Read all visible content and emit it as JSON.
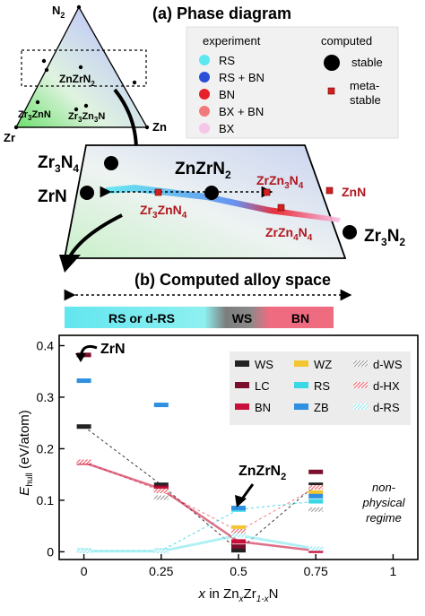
{
  "panel_a": {
    "title": "(a) Phase diagram",
    "triangle_vertex_labels": [
      "N",
      "2",
      "Zr",
      "Zn"
    ],
    "triangle_compound_labels": [
      {
        "text": "ZnZrN",
        "sub": "2"
      },
      {
        "text": "Zr",
        "sub": "3",
        "text2": "ZnN"
      },
      {
        "text": "Zr",
        "sub": "3",
        "text2": "Zn",
        "sub2": "3",
        "text3": "N"
      }
    ],
    "legend": {
      "experiment_header": "experiment",
      "computed_header": "computed",
      "experiment_items": [
        {
          "label": "RS",
          "color": "#5ce8f0"
        },
        {
          "label": "RS + BN",
          "color": "#2a4fd6"
        },
        {
          "label": "BN",
          "color": "#e8202a"
        },
        {
          "label": "BX + BN",
          "color": "#f27a7a"
        },
        {
          "label": "BX",
          "color": "#f5c6e8"
        }
      ],
      "stable_label": "stable",
      "metastable_label_1": "meta-",
      "metastable_label_2": "stable"
    },
    "zoom_labels": {
      "zr3n4": {
        "a": "Zr",
        "s1": "3",
        "b": "N",
        "s2": "4"
      },
      "zrn": "ZrN",
      "znzrn2": {
        "a": "ZnZrN",
        "s1": "2"
      },
      "zrzn3n4": {
        "a": "ZrZn",
        "s1": "3",
        "b": "N",
        "s2": "4"
      },
      "znn": "ZnN",
      "zr3znn4": {
        "a": "Zr",
        "s1": "3",
        "b": "ZnN",
        "s2": "4"
      },
      "zrzn4n4": {
        "a": "ZrZn",
        "s1": "4",
        "b": "N",
        "s2": "4"
      },
      "zr3n2": {
        "a": "Zr",
        "s1": "3",
        "b": "N",
        "s2": "2"
      }
    }
  },
  "panel_b": {
    "title": "(b) Computed alloy space",
    "bar_segments": [
      {
        "label": "RS or d-RS",
        "color": "#63e6ef"
      },
      {
        "label": "WS",
        "color": "#8a8a8a"
      },
      {
        "label": "BN",
        "color": "#ee6b80"
      }
    ],
    "annotations": {
      "zrn": "ZrN",
      "znzrn2": {
        "a": "ZnZrN",
        "sub": "2"
      },
      "nonphysical": [
        "non-",
        "physical",
        "regime"
      ]
    }
  },
  "chart_data": {
    "type": "scatter",
    "xlabel": {
      "x": "x",
      "a": " in Zn",
      "s1": "x",
      "b": "Zr",
      "s2": "1-x",
      "c": "N"
    },
    "ylabel": {
      "a": "E",
      "sub": "hull",
      "b": " (eV/atom)"
    },
    "xlim": [
      -0.08,
      1.08
    ],
    "ylim": [
      -0.015,
      0.42
    ],
    "xticks": [
      0,
      0.25,
      0.5,
      0.75,
      1
    ],
    "xtick_labels": [
      "0",
      "0.25",
      "0.5",
      "0.75",
      "1"
    ],
    "yticks": [
      0,
      0.1,
      0.2,
      0.3,
      0.4
    ],
    "ytick_labels": [
      "0",
      "0.1",
      "0.2",
      "0.3",
      "0.4"
    ],
    "legend_position": "top-right",
    "series": [
      {
        "name": "WS",
        "color": "#222222",
        "style": "solid",
        "x": [
          0,
          0.25,
          0.5,
          0.75
        ],
        "values": [
          0.243,
          0.13,
          0.003,
          0.13
        ]
      },
      {
        "name": "LC",
        "color": "#7a0f2c",
        "style": "solid",
        "x": [
          0,
          0.25,
          0.5,
          0.75
        ],
        "values": [
          0.382,
          0.125,
          0.01,
          0.155
        ]
      },
      {
        "name": "BN",
        "color": "#c8103a",
        "style": "solid",
        "x": [
          0,
          0.25,
          0.5,
          0.75
        ],
        "values": [
          0.173,
          0.122,
          0.02,
          0.002
        ]
      },
      {
        "name": "WZ",
        "color": "#f2c531",
        "style": "solid",
        "x": [
          0.5,
          0.75
        ],
        "values": [
          0.047,
          0.115
        ]
      },
      {
        "name": "RS",
        "color": "#3ad7e6",
        "style": "solid",
        "x": [
          0,
          0.25,
          0.5,
          0.75
        ],
        "values": [
          0.002,
          0.002,
          0.082,
          0.098
        ]
      },
      {
        "name": "ZB",
        "color": "#2f8fe0",
        "style": "solid",
        "x": [
          0,
          0.25,
          0.5,
          0.75
        ],
        "values": [
          0.332,
          0.285,
          0.085,
          0.108
        ]
      },
      {
        "name": "d-WS",
        "color": "#999999",
        "style": "hatch",
        "x": [
          0.25,
          0.5,
          0.75
        ],
        "values": [
          0.105,
          0.035,
          0.082
        ]
      },
      {
        "name": "d-HX",
        "color": "#ee5a66",
        "style": "hatch",
        "x": [
          0,
          0.25,
          0.5,
          0.75
        ],
        "values": [
          0.175,
          0.118,
          0.04,
          0.125
        ]
      },
      {
        "name": "d-RS",
        "color": "#8fe9ef",
        "style": "hatch",
        "x": [
          0,
          0.25,
          0.5,
          0.75
        ],
        "values": [
          0.001,
          0.001,
          0.032,
          0.006
        ]
      }
    ]
  }
}
